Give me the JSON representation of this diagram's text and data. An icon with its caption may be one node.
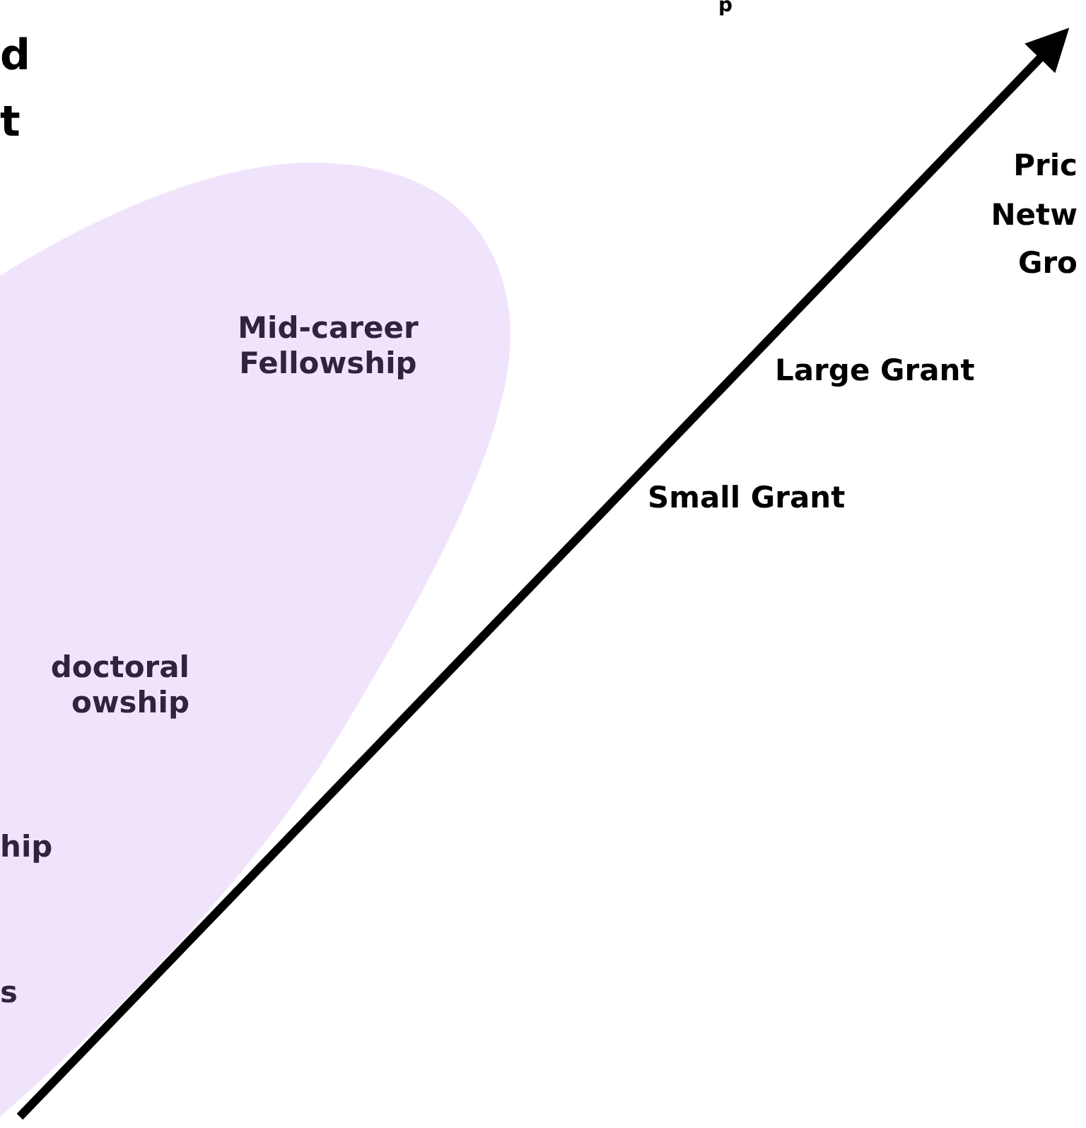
{
  "diagram": {
    "nodes": [
      {
        "text": [
          "Mid-career Fellowship",
          "doctoral owship",
          "hip",
          "s"
        ]
      }
    ],
    "labels": [
      "d t",
      "p",
      "Pric Netw Gro",
      "Large Grant",
      "Small Grant"
    ]
  }
}
